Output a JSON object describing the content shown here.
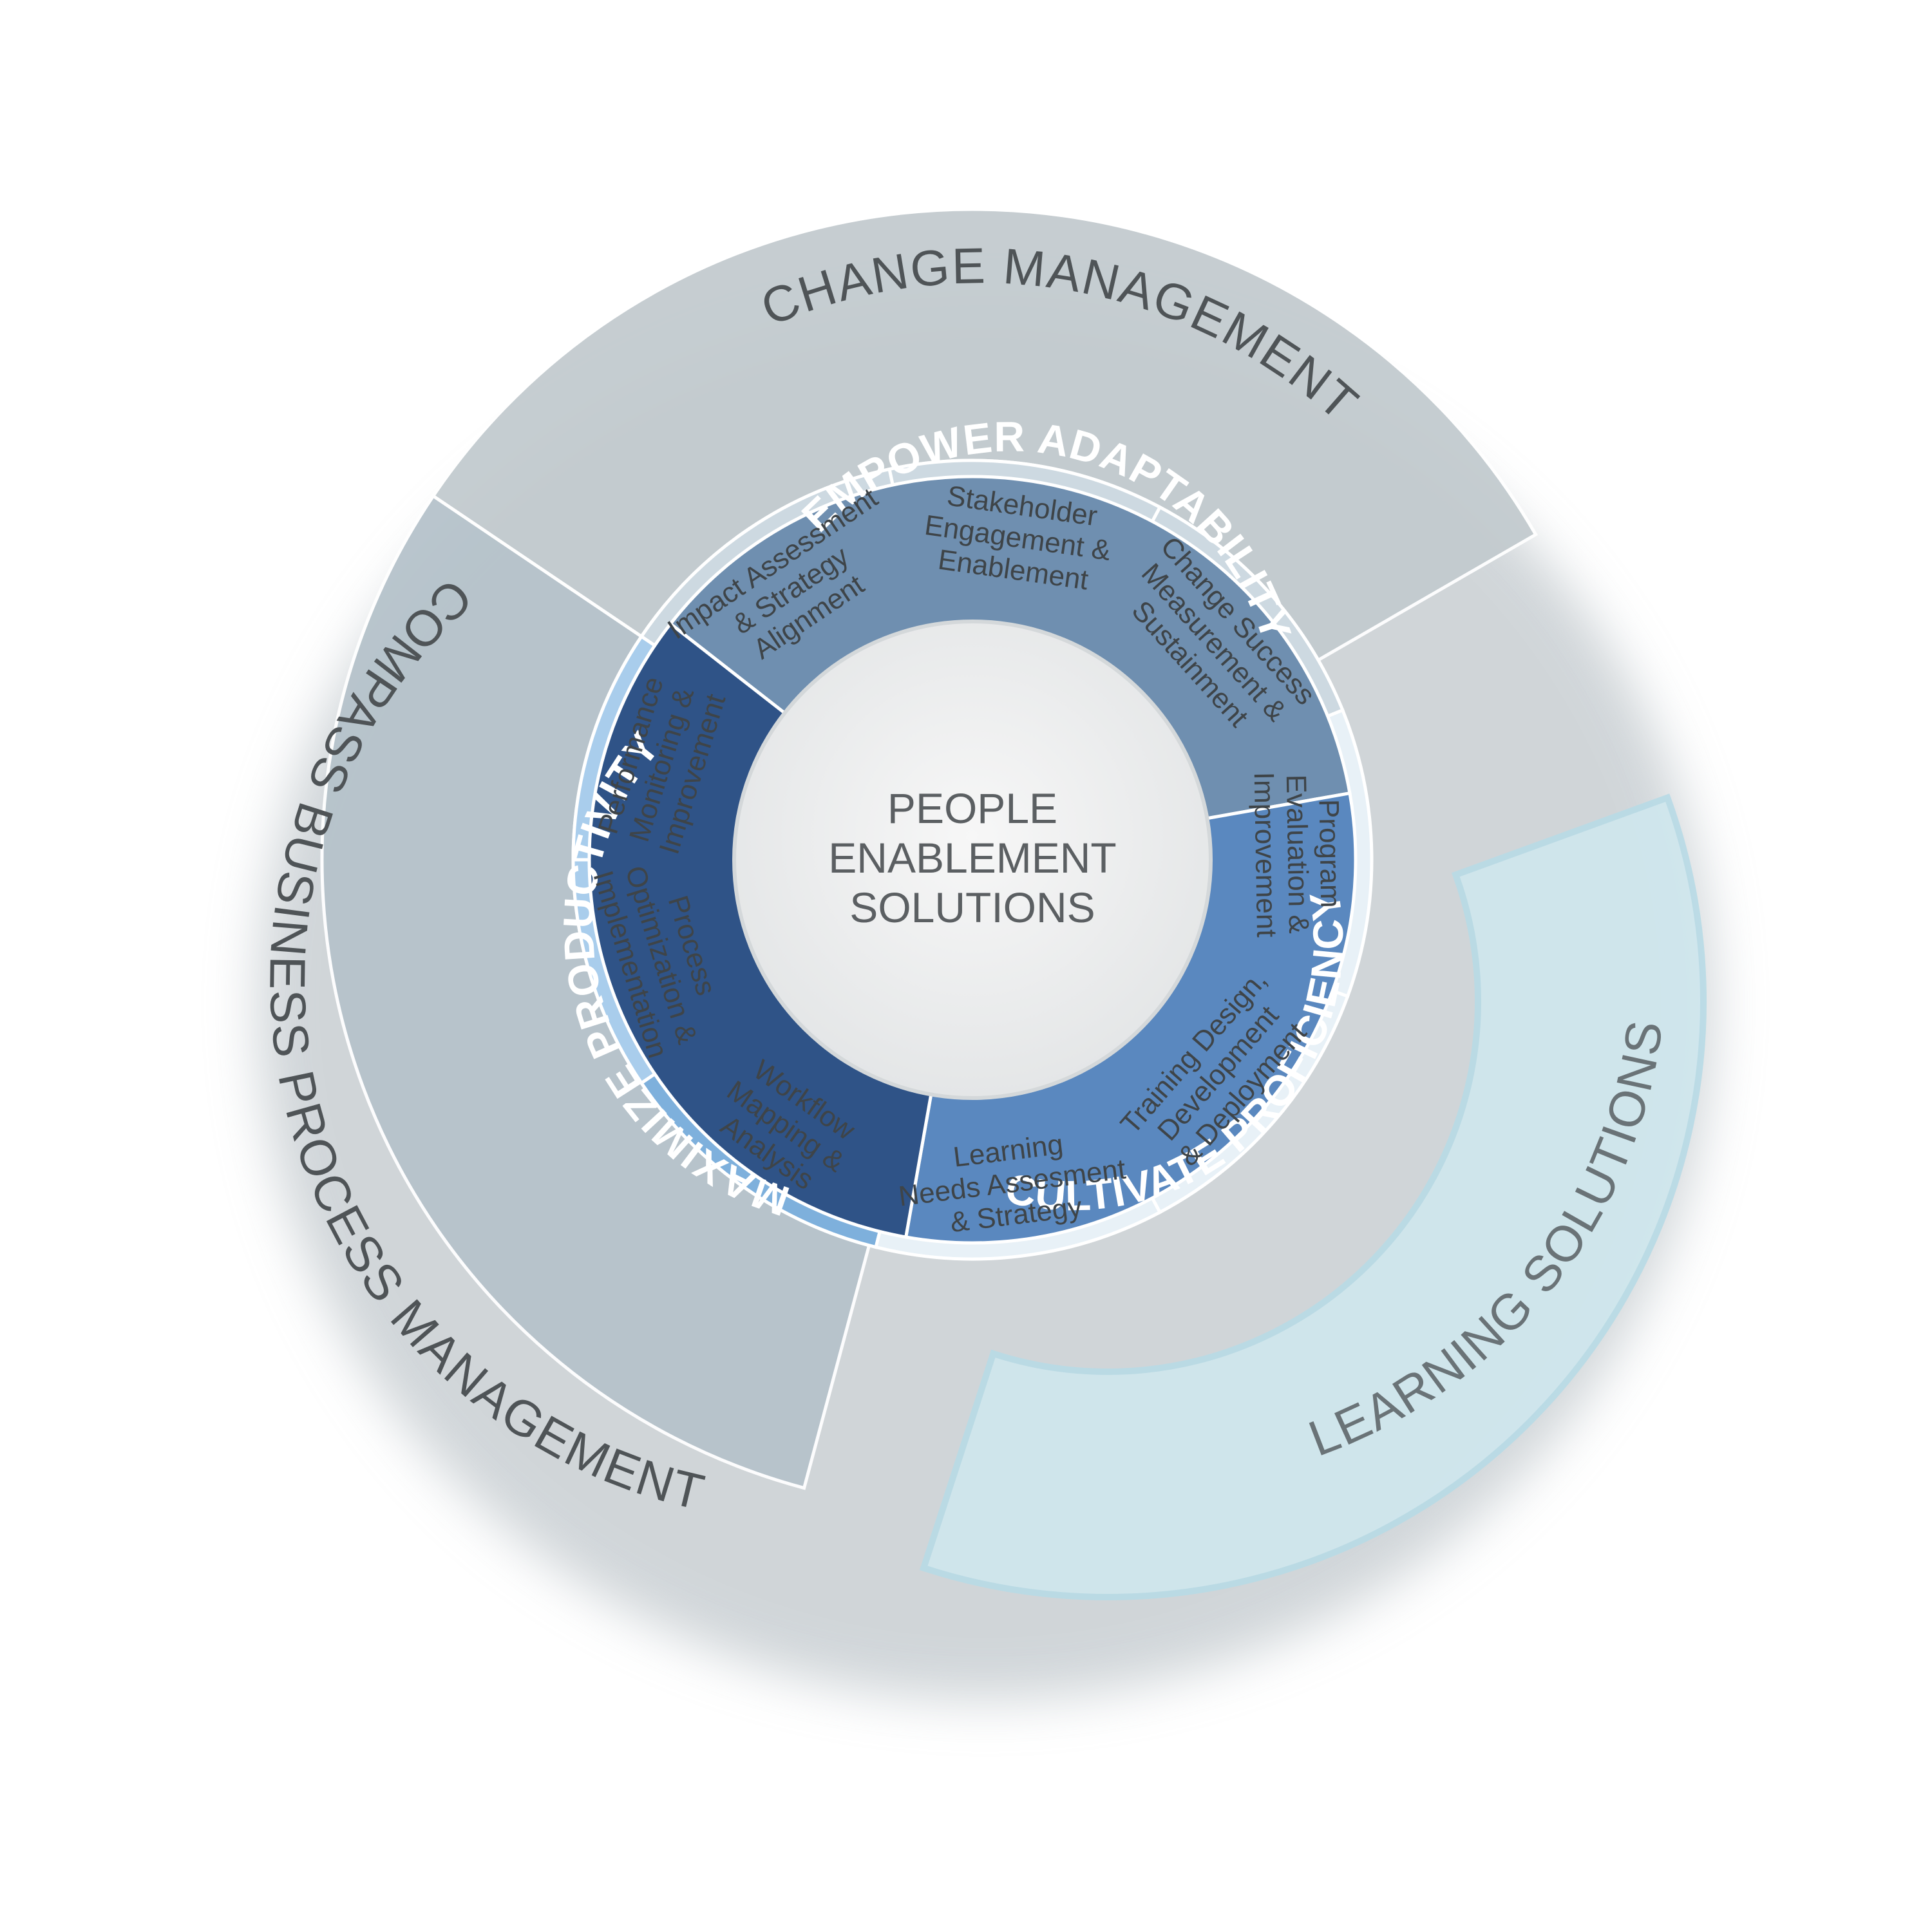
{
  "center": {
    "lines": [
      "PEOPLE",
      "ENABLEMENT",
      "SOLUTIONS"
    ]
  },
  "inner_ring": [
    {
      "label": "EMPOWER ADAPTABILITY",
      "color": "#6f8fb0"
    },
    {
      "label": "CULTIVATE PROFICIENCY",
      "color": "#5a88bf"
    },
    {
      "label": "MAXIMIZE PRODUCTIVITY",
      "color": "#2f5387"
    }
  ],
  "middle_ring": [
    {
      "lines": [
        "Impact Assessment",
        "& Strategy",
        "Alignment"
      ],
      "color": "#cdd9e1"
    },
    {
      "lines": [
        "Stakeholder",
        "Engagement &",
        "Enablement"
      ],
      "color": "#cdd9e1"
    },
    {
      "lines": [
        "Change Success",
        "Measurement &",
        "Sustainment"
      ],
      "color": "#cdd9e1"
    },
    {
      "lines": [
        "Program",
        "Evaluation &",
        "Improvement"
      ],
      "color": "#e8f1f7"
    },
    {
      "lines": [
        "Training Design,",
        "Development",
        "& Deployment"
      ],
      "color": "#e8f1f7"
    },
    {
      "lines": [
        "Learning",
        "Needs Assesment",
        "& Strategy"
      ],
      "color": "#e8f1f7"
    },
    {
      "lines": [
        "Workflow",
        "Mapping &",
        "Analysis"
      ],
      "color": "#7eb0dc"
    },
    {
      "lines": [
        "Process",
        "Optimization &",
        "Implementation"
      ],
      "color": "#a9cdec"
    },
    {
      "lines": [
        "Performance",
        "Monitoring &",
        "Improvement"
      ],
      "color": "#a9cdec"
    }
  ],
  "outer_ring": [
    {
      "label": "CHANGE MANAGEMENT",
      "color": "#c3cbcf"
    },
    {
      "label": "LEARNING SOLUTIONS",
      "color": "#cfe7ee"
    },
    {
      "label": "COMPASS BUSINESS PROCESS MANAGEMENT",
      "color": "#b6c3cb"
    }
  ]
}
